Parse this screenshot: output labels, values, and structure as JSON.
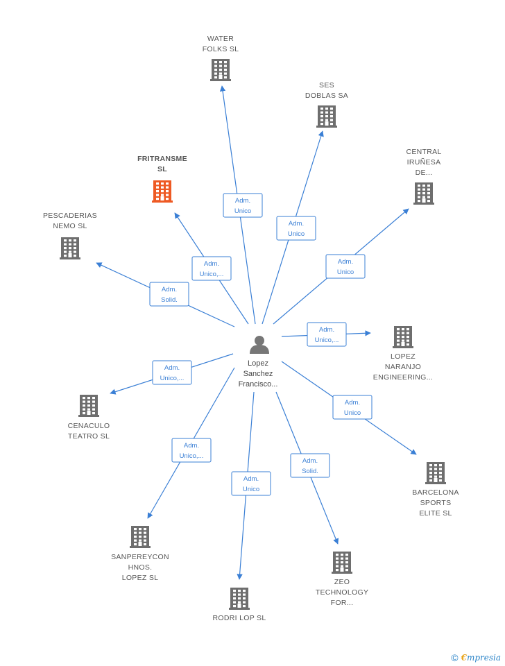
{
  "center": {
    "label_lines": [
      "Lopez",
      "Sanchez",
      "Francisco..."
    ]
  },
  "colors": {
    "edge": "#3a7fd5",
    "building": "#6e6e6e",
    "building_highlight": "#ee5a24",
    "label": "#555555"
  },
  "nodes": [
    {
      "id": "water-folks",
      "label_lines": [
        "WATER",
        "FOLKS  SL"
      ],
      "role_lines": [
        "Adm.",
        "Unico"
      ],
      "highlight": false
    },
    {
      "id": "ses-doblas",
      "label_lines": [
        "SES",
        "DOBLAS SA"
      ],
      "role_lines": [
        "Adm.",
        "Unico"
      ],
      "highlight": false
    },
    {
      "id": "central-irunesa",
      "label_lines": [
        "CENTRAL",
        "IRUÑESA",
        "DE..."
      ],
      "role_lines": [
        "Adm.",
        "Unico"
      ],
      "highlight": false
    },
    {
      "id": "fritransme",
      "label_lines": [
        "FRITRANSME",
        "SL"
      ],
      "role_lines": [
        "Adm.",
        "Unico,..."
      ],
      "highlight": true
    },
    {
      "id": "pescaderias-nemo",
      "label_lines": [
        "PESCADERIAS",
        "NEMO  SL"
      ],
      "role_lines": [
        "Adm.",
        "Solid."
      ],
      "highlight": false
    },
    {
      "id": "lopez-naranjo",
      "label_lines": [
        "LOPEZ",
        "NARANJO",
        "ENGINEERING..."
      ],
      "role_lines": [
        "Adm.",
        "Unico,..."
      ],
      "highlight": false
    },
    {
      "id": "cenaculo-teatro",
      "label_lines": [
        "CENACULO",
        "TEATRO SL"
      ],
      "role_lines": [
        "Adm.",
        "Unico,..."
      ],
      "highlight": false
    },
    {
      "id": "barcelona-sports",
      "label_lines": [
        "BARCELONA",
        "SPORTS",
        "ELITE  SL"
      ],
      "role_lines": [
        "Adm.",
        "Unico"
      ],
      "highlight": false
    },
    {
      "id": "sanpereycon",
      "label_lines": [
        "SANPEREYCON",
        "HNOS.",
        "LOPEZ  SL"
      ],
      "role_lines": [
        "Adm.",
        "Unico,..."
      ],
      "highlight": false
    },
    {
      "id": "rodri-lop",
      "label_lines": [
        "RODRI LOP  SL"
      ],
      "role_lines": [
        "Adm.",
        "Unico"
      ],
      "highlight": false
    },
    {
      "id": "zeo-technology",
      "label_lines": [
        "ZEO",
        "TECHNOLOGY",
        "FOR..."
      ],
      "role_lines": [
        "Adm.",
        "Solid."
      ],
      "highlight": false
    }
  ],
  "footer": {
    "copyright_symbol": "©",
    "brand_initial": "€",
    "brand_rest": "mpresia"
  }
}
